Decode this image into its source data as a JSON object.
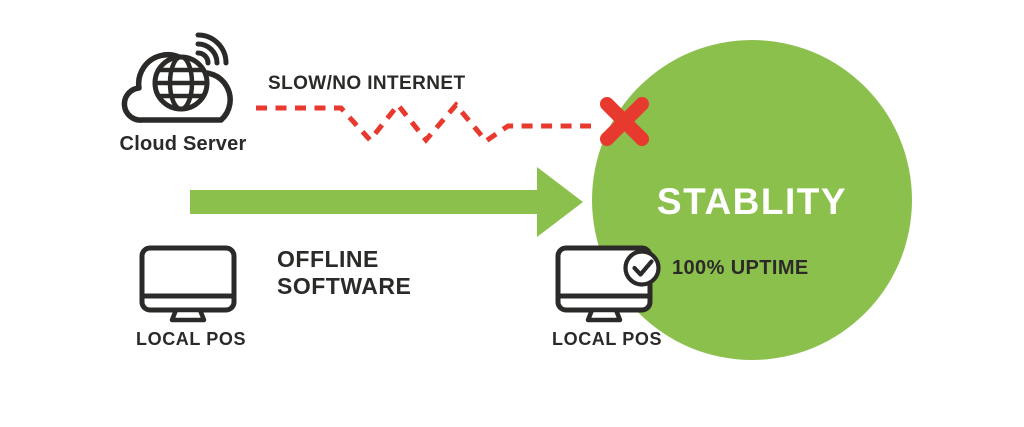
{
  "title": "Offline POS stability diagram",
  "colors": {
    "green": "#8cc04d",
    "red": "#e8392f",
    "dark_text": "#2b2a28",
    "white": "#ffffff"
  },
  "cloud": {
    "label": "Cloud Server",
    "icon": "cloud-server-icon (cloud + globe + wifi arcs)"
  },
  "internet": {
    "label": "SLOW/NO INTERNET",
    "connection_style": "red dashed zigzag line ending in x-mark"
  },
  "offline": {
    "line1": "OFFLINE",
    "line2": "SOFTWARE"
  },
  "stability": {
    "label": "STABLITY"
  },
  "left_pos": {
    "label": "LOCAL POS",
    "icon": "monitor-icon"
  },
  "right_pos": {
    "label": "LOCAL POS",
    "uptime": "100% UPTIME",
    "icon": "monitor-icon + check-badge"
  },
  "icons": {
    "cloud-server": "cloud outline with wireframe globe and wifi signal arcs",
    "x-mark": "✕",
    "arrow-right": "solid green right arrow",
    "monitor": "desktop monitor outline with stand",
    "check-badge": "✓ in circle"
  }
}
